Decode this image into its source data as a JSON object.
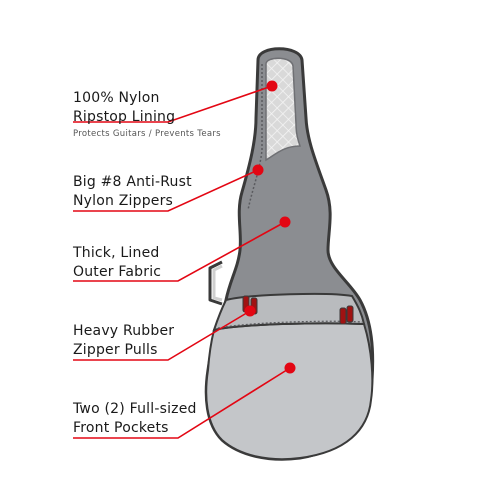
{
  "callouts": [
    {
      "lines": [
        "100% Nylon",
        "Ripstop Lining"
      ],
      "sub": "Protects Guitars / Prevents Tears"
    },
    {
      "lines": [
        "Big #8 Anti-Rust",
        "Nylon Zippers"
      ]
    },
    {
      "lines": [
        "Thick, Lined",
        "Outer Fabric"
      ]
    },
    {
      "lines": [
        "Heavy Rubber",
        "Zipper Pulls"
      ]
    },
    {
      "lines": [
        "Two (2) Full-sized",
        "Front Pockets"
      ]
    }
  ],
  "colors": {
    "accent": "#e30613",
    "outline": "#3a3a3a",
    "body_dark": "#8b8d91",
    "body_light": "#b9bbbe",
    "pocket": "#c4c6c9",
    "lining": "#d9d9d9",
    "zipper_pull": "#a01212"
  }
}
